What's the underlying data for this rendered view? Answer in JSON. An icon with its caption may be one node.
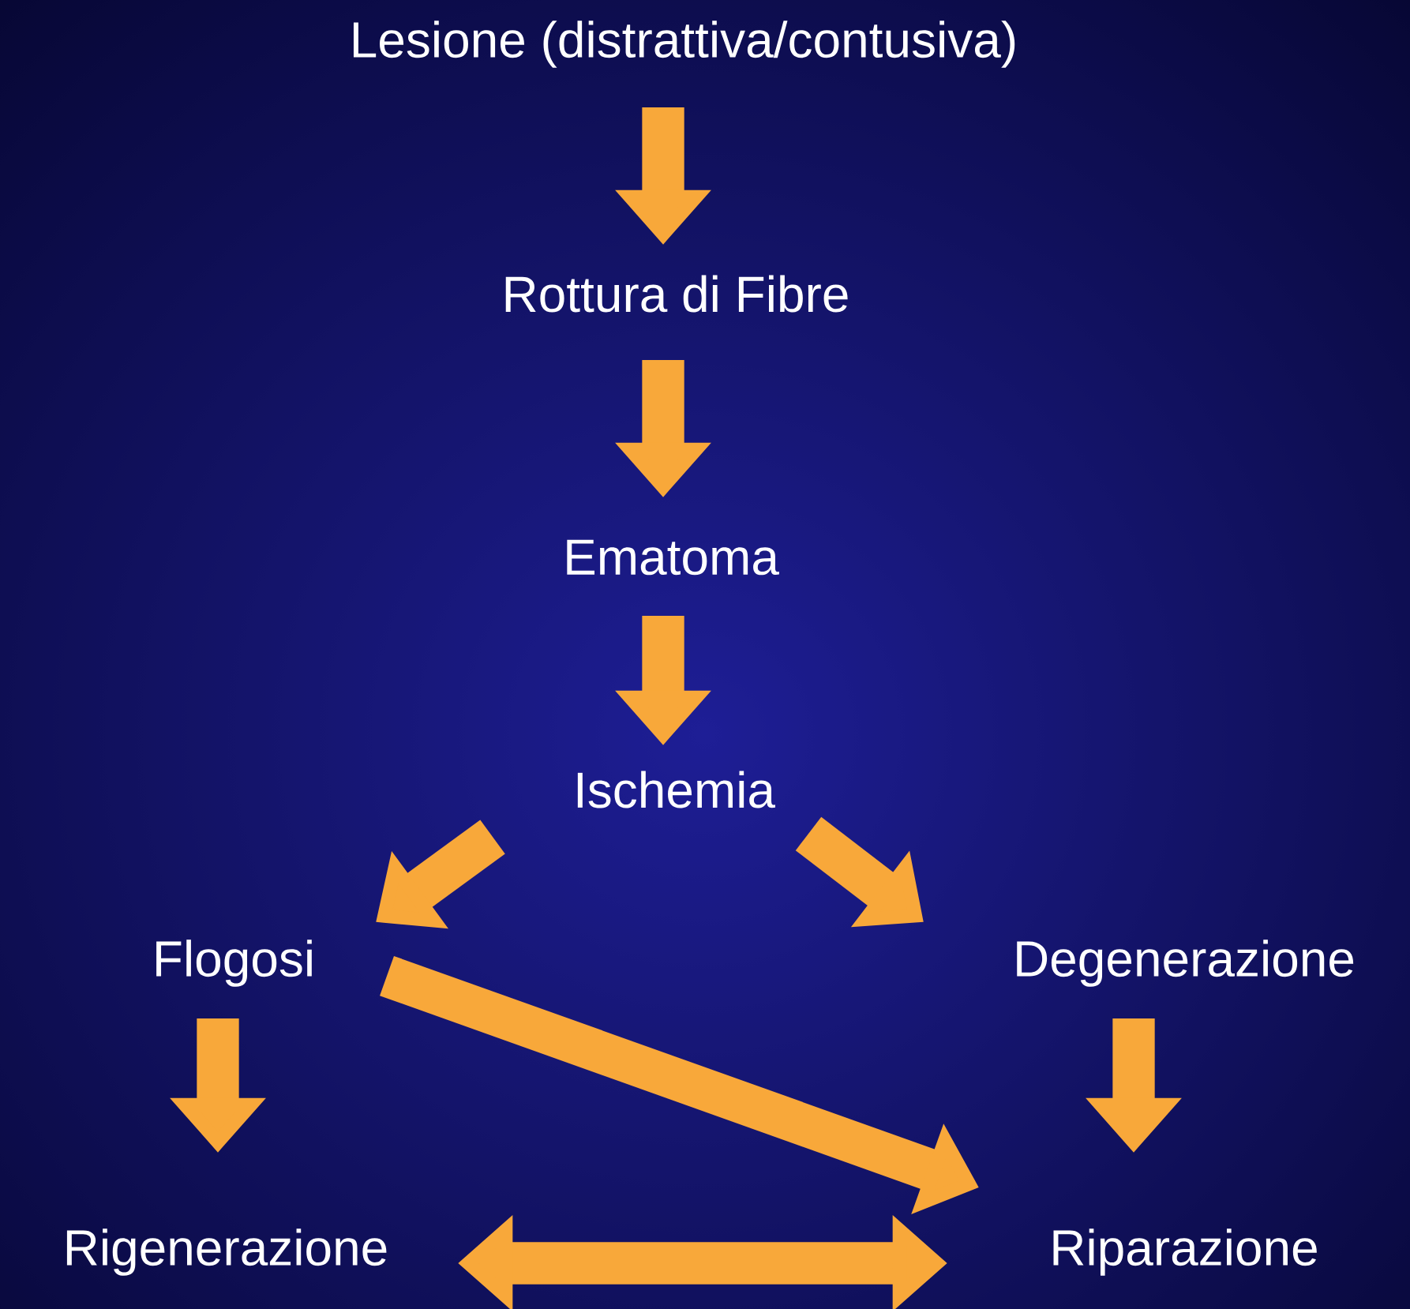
{
  "diagram": {
    "nodes": [
      {
        "text": [
          "Lesione (distrattiva/contusiva)"
        ]
      },
      {
        "text": [
          "Rottura di Fibre"
        ]
      },
      {
        "text": [
          "Ematoma"
        ]
      },
      {
        "text": [
          "Ischemia"
        ]
      },
      {
        "text": [
          "Flogosi"
        ]
      },
      {
        "text": [
          "Degenerazione"
        ]
      },
      {
        "text": [
          "Rigenerazione"
        ]
      },
      {
        "text": [
          "Riparazione"
        ]
      }
    ],
    "edges": [
      {
        "from": 0,
        "to": 1,
        "arrow": "to"
      },
      {
        "from": 1,
        "to": 2,
        "arrow": "to"
      },
      {
        "from": 2,
        "to": 3,
        "arrow": "to"
      },
      {
        "from": 3,
        "to": 4,
        "arrow": "to"
      },
      {
        "from": 3,
        "to": 5,
        "arrow": "to"
      },
      {
        "from": 4,
        "to": 6,
        "arrow": "to"
      },
      {
        "from": 4,
        "to": 7,
        "arrow": "to"
      },
      {
        "from": 5,
        "to": 7,
        "arrow": "to"
      },
      {
        "from": 6,
        "to": 7,
        "arrow": "both"
      }
    ]
  }
}
